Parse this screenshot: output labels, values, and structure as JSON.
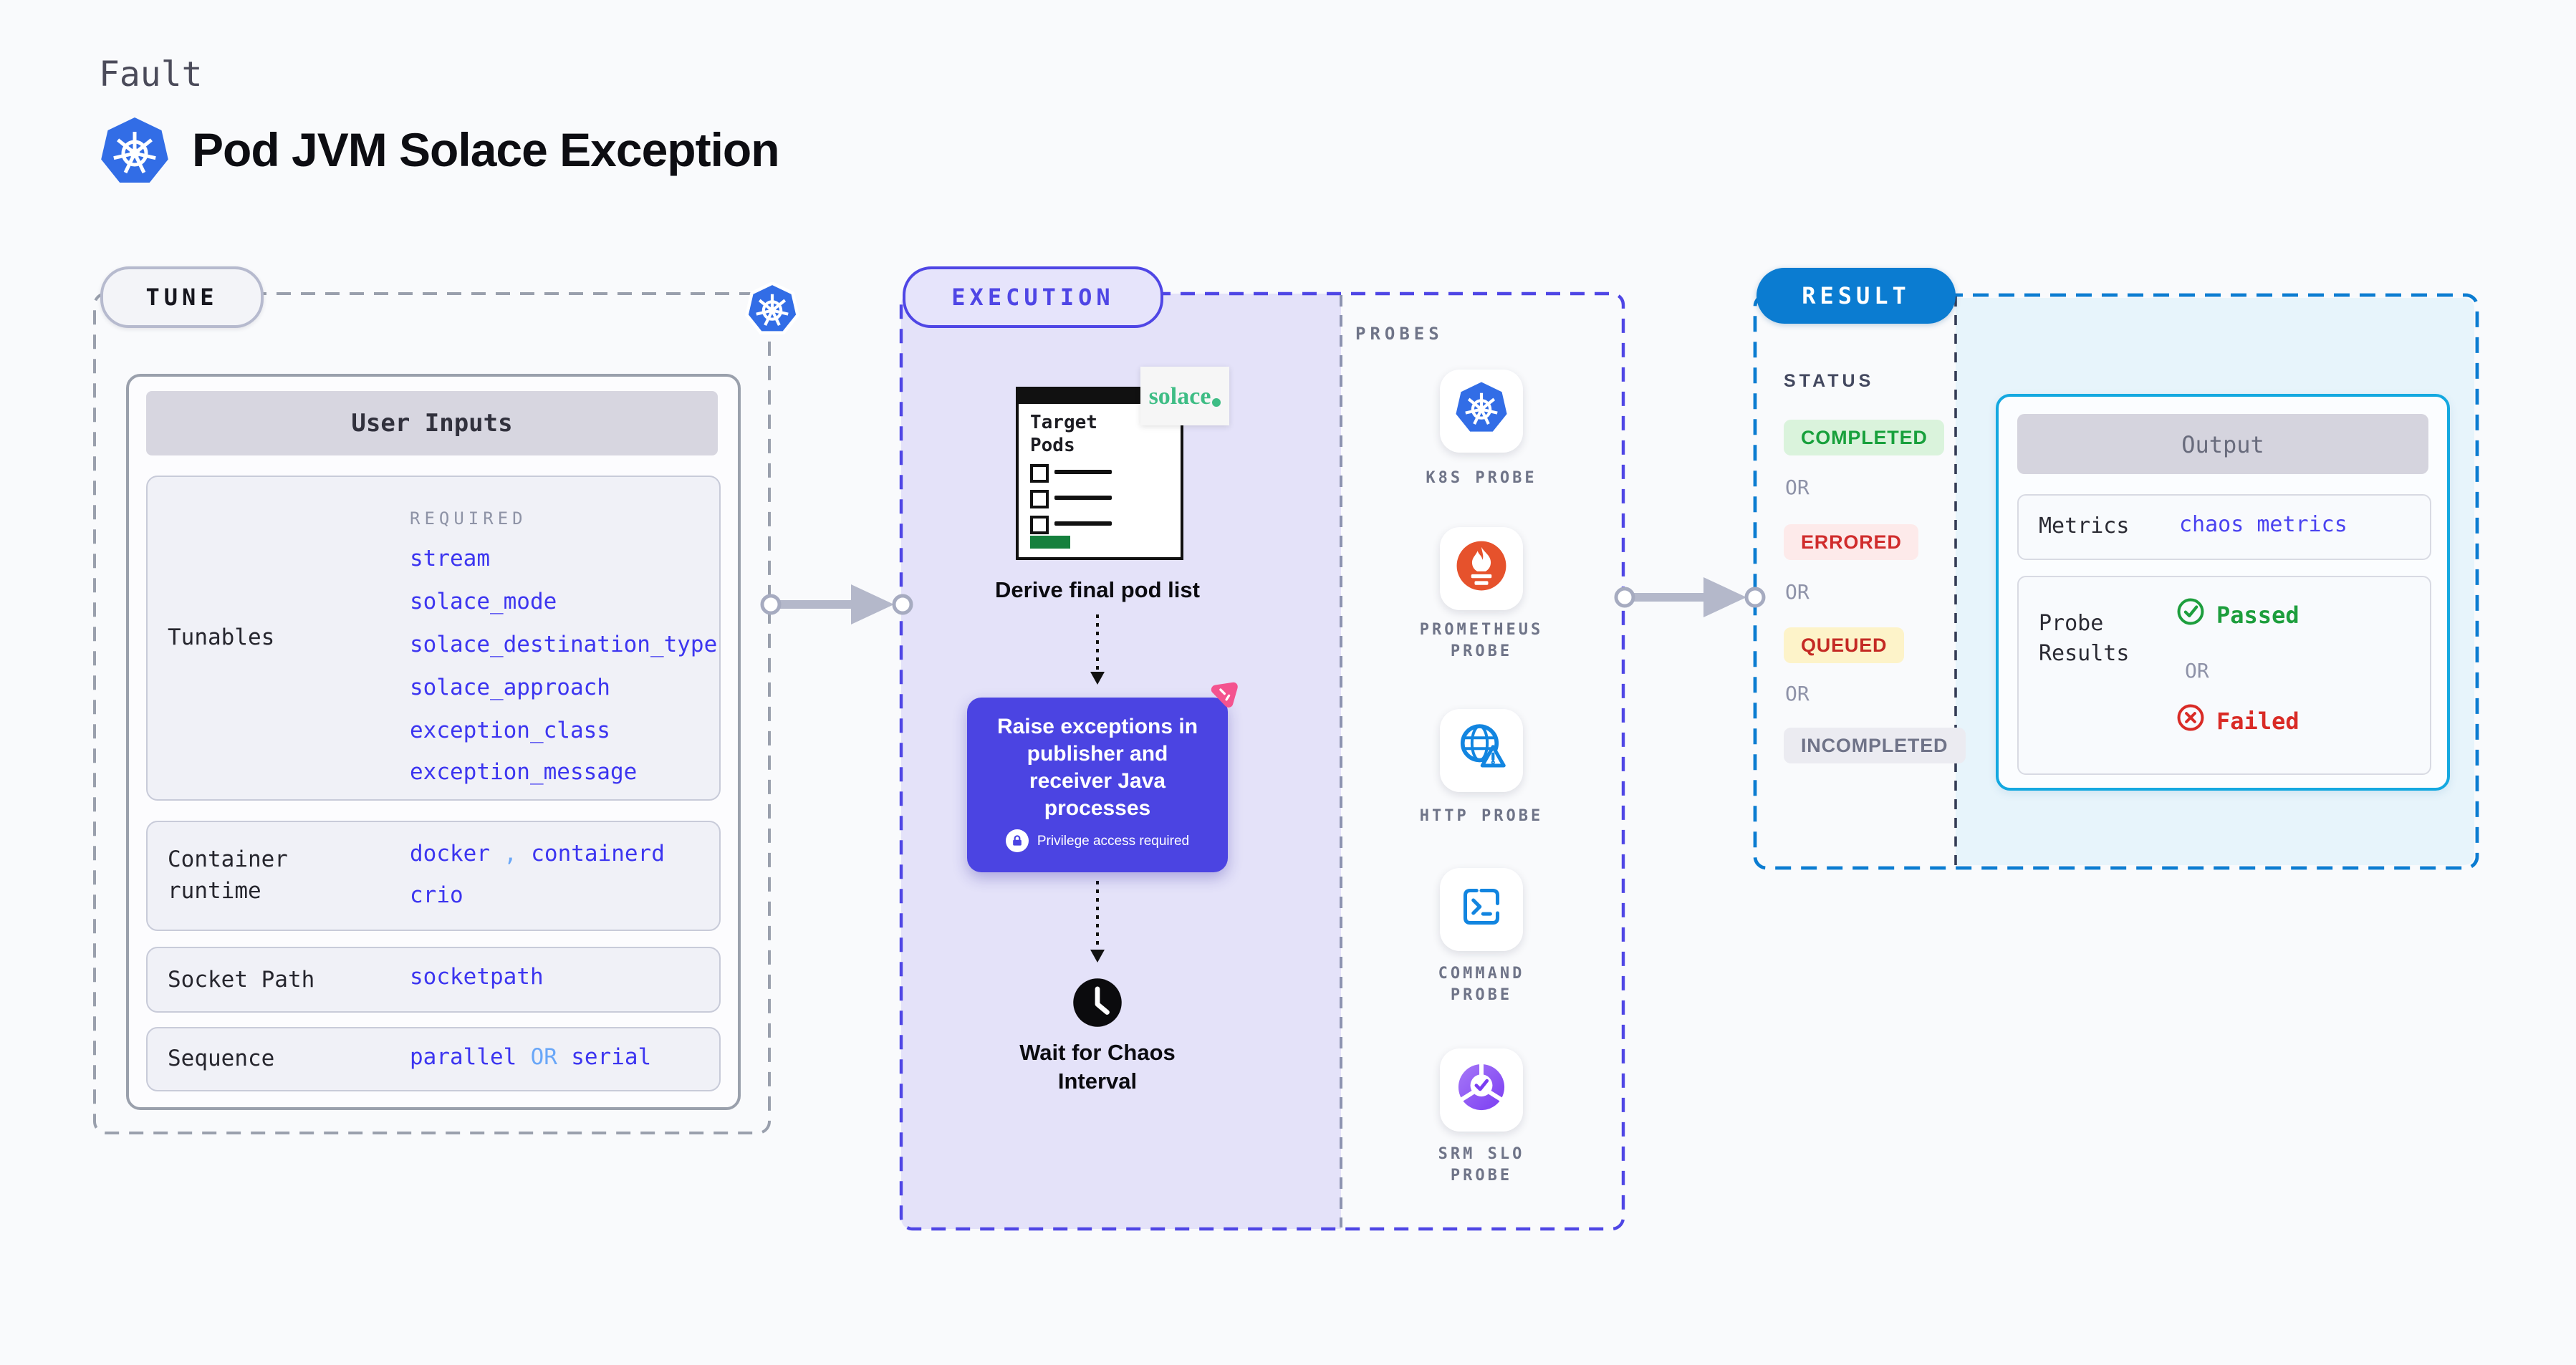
{
  "page": {
    "fault_label": "Fault",
    "title": "Pod JVM Solace Exception"
  },
  "tune": {
    "label": "TUNE",
    "user_inputs_header": "User Inputs",
    "tunables": {
      "label": "Tunables",
      "required_label": "REQUIRED",
      "values": [
        "stream",
        "solace_mode",
        "solace_destination_type",
        "solace_approach",
        "exception_class",
        "exception_message"
      ]
    },
    "container_runtime": {
      "label": "Container runtime",
      "value_1": "docker",
      "separator": ",",
      "value_2": "containerd",
      "value_3": "crio"
    },
    "socket_path": {
      "label": "Socket Path",
      "value": "socketpath"
    },
    "sequence": {
      "label": "Sequence",
      "value_1": "parallel",
      "or": "OR",
      "value_2": "serial"
    }
  },
  "execution": {
    "label": "EXECUTION",
    "target_pods_title": "Target Pods",
    "solace_logo_text": "solace",
    "derive_label": "Derive final pod list",
    "raise_label": "Raise exceptions in publisher and receiver Java processes",
    "privilege_label": "Privilege access required",
    "wait_label": "Wait for Chaos Interval"
  },
  "probes": {
    "label": "PROBES",
    "items": [
      {
        "label": "K8S PROBE",
        "icon": "kubernetes-icon"
      },
      {
        "label": "PROMETHEUS PROBE",
        "icon": "prometheus-icon"
      },
      {
        "label": "HTTP PROBE",
        "icon": "http-globe-icon"
      },
      {
        "label": "COMMAND PROBE",
        "icon": "terminal-icon"
      },
      {
        "label": "SRM SLO PROBE",
        "icon": "slo-donut-icon"
      }
    ]
  },
  "result": {
    "label": "RESULT",
    "status_label": "STATUS",
    "or_label": "OR",
    "statuses": [
      {
        "label": "COMPLETED",
        "text_color": "#18a03c",
        "bg_color": "#daf3dc"
      },
      {
        "label": "ERRORED",
        "text_color": "#d02c2c",
        "bg_color": "#fdeaea"
      },
      {
        "label": "QUEUED",
        "text_color": "#c42a24",
        "bg_color": "#fdf3c9"
      },
      {
        "label": "INCOMPLETED",
        "text_color": "#6f7388",
        "bg_color": "#ebebf1"
      }
    ],
    "output": {
      "header": "Output",
      "metrics_label": "Metrics",
      "metrics_value": "chaos metrics",
      "probe_results_label": "Probe Results",
      "passed_label": "Passed",
      "or_label": "OR",
      "failed_label": "Failed"
    }
  },
  "colors": {
    "background": "#f9fafc",
    "kubernetes_blue": "#326de6",
    "indigo_accent": "#4f46e5",
    "value_indigo": "#3c35f0",
    "light_blue_connector": "#69a7f8",
    "lavender_fill": "#e4e2f9",
    "result_blue": "#0b7cd1",
    "cyan_fill": "#e7f4fb",
    "output_border": "#14a8e0",
    "passed_green": "#1d9e3d",
    "failed_red": "#d92b26",
    "prometheus_orange": "#e6522c",
    "solace_green": "#3ebd85",
    "chaos_pink": "#f4538f",
    "arrow_gray": "#b4b8ca"
  }
}
